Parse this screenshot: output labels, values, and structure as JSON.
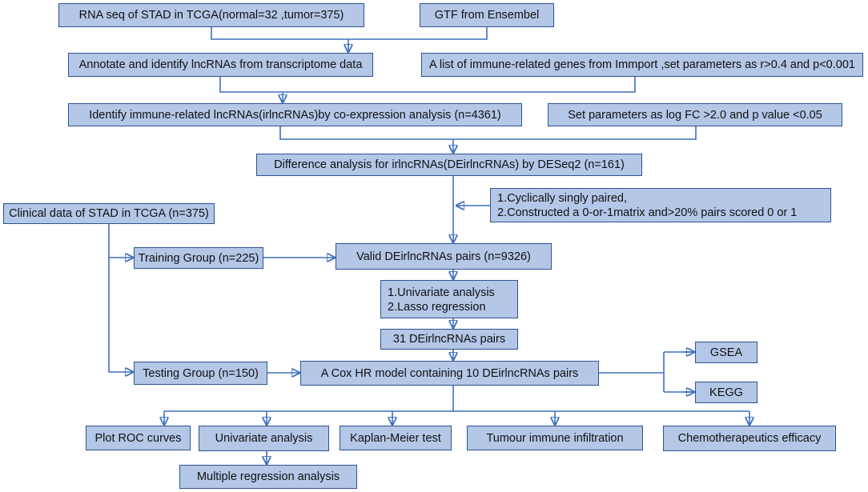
{
  "diagram": {
    "colors": {
      "box_fill": "#b4c7e7",
      "box_border": "#2f528f",
      "arrow": "#3d6fc0"
    },
    "nodes": {
      "rna_seq": "RNA seq of STAD in TCGA(normal=32 ,tumor=375)",
      "gtf": "GTF from Ensembel",
      "annotate": "Annotate and identify lncRNAs from transcriptome data",
      "immune_genes": "A list of immune-related genes from Immport ,set parameters as r>0.4 and p<0.001",
      "identify_irlnc": "Identify immune-related lncRNAs(irlncRNAs)by co-expression analysis (n=4361)",
      "set_params": "Set parameters as log FC >2.0 and p value <0.05",
      "difference": "Difference analysis for irlncRNAs(DEirlncRNAs) by DESeq2 (n=161)",
      "pairing_line1": "1.Cyclically singly paired,",
      "pairing_line2": "2.Constructed a 0-or-1matrix and>20% pairs scored 0 or 1",
      "clinical": "Clinical data of STAD in TCGA (n=375)",
      "training": "Training Group (n=225)",
      "valid_pairs": "Valid DEirlncRNAs pairs (n=9326)",
      "univariate_lasso_line1": "1.Univariate analysis",
      "univariate_lasso_line2": "2.Lasso regression",
      "pairs31": "31 DEirlncRNAs pairs",
      "testing": "Testing Group (n=150)",
      "cox": "A Cox HR model containing 10 DEirlncRNAs pairs",
      "gsea": "GSEA",
      "kegg": "KEGG",
      "roc": "Plot ROC curves",
      "univariate": "Univariate analysis",
      "km": "Kaplan-Meier test",
      "tumour": "Tumour immune infiltration",
      "chemo": "Chemotherapeutics efficacy",
      "multiple": "Multiple regression analysis"
    }
  }
}
